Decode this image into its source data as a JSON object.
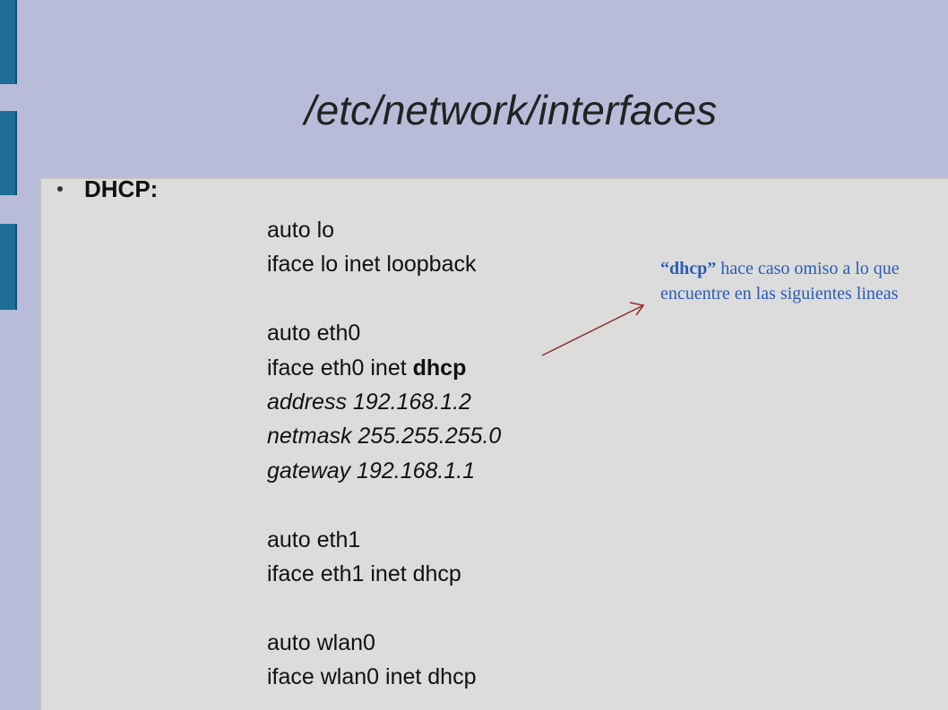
{
  "title": "/etc/network/interfaces",
  "bullet": "DHCP:",
  "code_lines": [
    {
      "text": "auto lo",
      "style": "normal"
    },
    {
      "text": "iface lo inet loopback",
      "style": "normal"
    },
    {
      "text": "",
      "style": "blank"
    },
    {
      "text": "auto eth0",
      "style": "normal"
    },
    {
      "prefix": "iface eth0 inet ",
      "bold": "dhcp",
      "style": "bold-suffix"
    },
    {
      "text": "address 192.168.1.2",
      "style": "italic"
    },
    {
      "text": "netmask 255.255.255.0",
      "style": "italic"
    },
    {
      "text": "gateway 192.168.1.1",
      "style": "italic"
    },
    {
      "text": "",
      "style": "blank"
    },
    {
      "text": "auto eth1",
      "style": "normal"
    },
    {
      "text": "iface eth1 inet dhcp",
      "style": "normal"
    },
    {
      "text": "",
      "style": "blank"
    },
    {
      "text": "auto wlan0",
      "style": "normal"
    },
    {
      "text": "iface wlan0 inet dhcp",
      "style": "normal"
    }
  ],
  "annotation": {
    "keyword": "“dhcp”",
    "text": " hace caso omiso a lo que encuentre en las siguientes lineas"
  },
  "colors": {
    "background": "#b9bcd9",
    "content_panel": "#dcdcdc",
    "tab": "#1d6d96",
    "annotation_text": "#2a5db5",
    "arrow": "#9b2a2a"
  }
}
